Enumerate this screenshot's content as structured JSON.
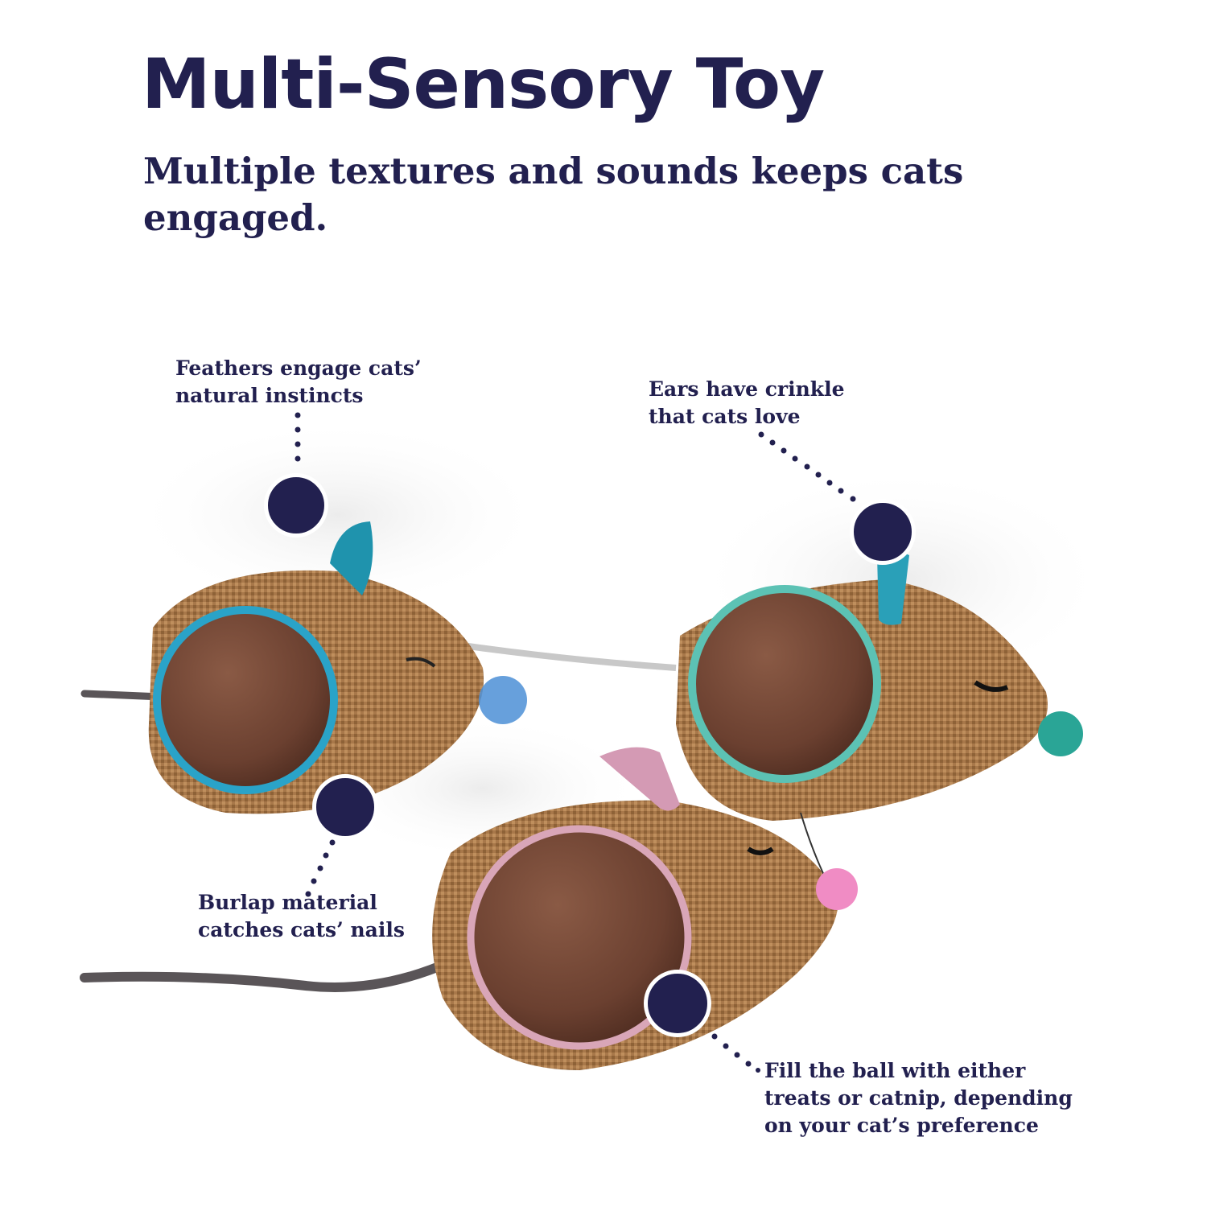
{
  "header": {
    "title": "Multi-Sensory Toy",
    "subtitle": "Multiple textures and sounds keeps cats engaged."
  },
  "callouts": [
    {
      "id": "feathers",
      "text_line1": "Feathers engage cats’",
      "text_line2": "natural instincts"
    },
    {
      "id": "ears",
      "text_line1": "Ears have crinkle",
      "text_line2": "that cats love"
    },
    {
      "id": "burlap",
      "text_line1": "Burlap material",
      "text_line2": "catches cats’ nails"
    },
    {
      "id": "ball",
      "text_line1": "Fill the ball with either",
      "text_line2": "treats or catnip, depending",
      "text_line3": "on your cat’s preference"
    }
  ],
  "colors": {
    "navy": "#22204f",
    "burlap": "#a8784a",
    "ball": "#6e4434",
    "trim_blue": "#2aa3c8",
    "trim_teal": "#5cc2b4",
    "trim_pink": "#d9a6b8",
    "nose_pink": "#f08cc4",
    "nose_teal": "#2aa596"
  }
}
